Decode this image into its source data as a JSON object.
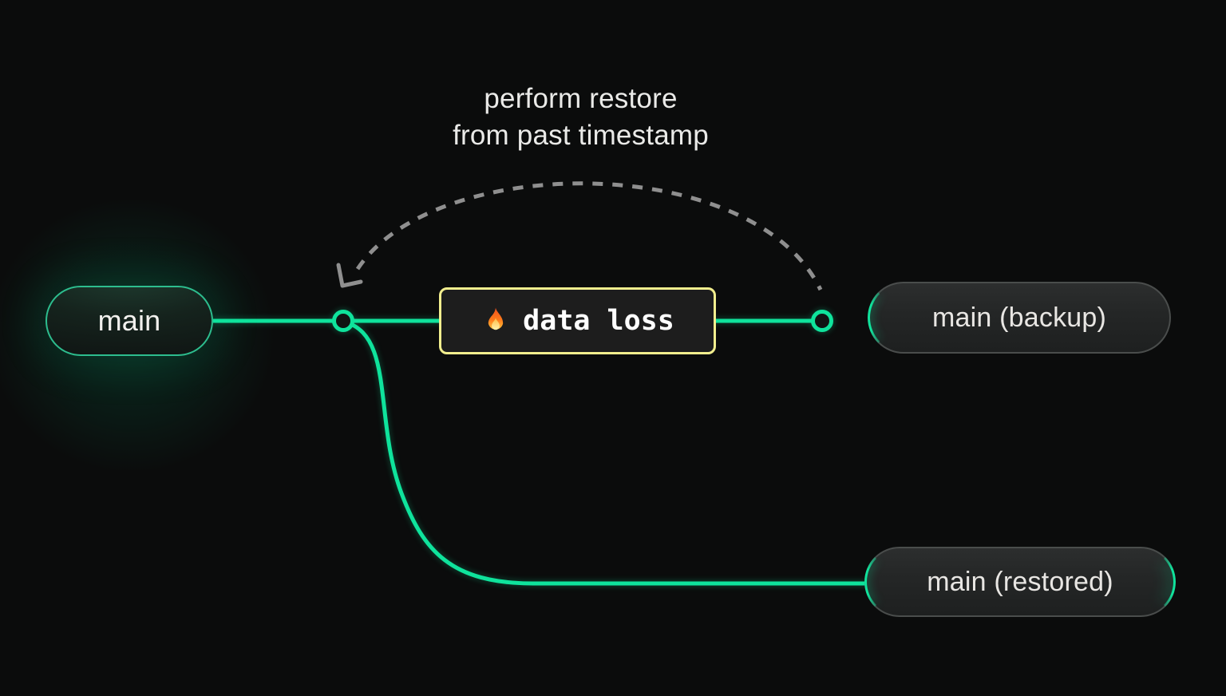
{
  "caption": {
    "line1": "perform restore",
    "line2": "from past timestamp"
  },
  "nodes": {
    "main": {
      "label": "main"
    },
    "backup": {
      "label": "main (backup)"
    },
    "restored": {
      "label": "main (restored)"
    }
  },
  "event": {
    "label": "data loss",
    "icon": "fire-icon"
  },
  "colors": {
    "background": "#0b0c0c",
    "line_green": "#0fe39c",
    "main_border_green": "#2dbd8e",
    "pill_border_gray": "#4a4d4c",
    "pill_bg_top": "#2c2e2e",
    "pill_bg_bottom": "#1e2020",
    "pill_text": "#e8e6e3",
    "caption_text": "#eaeae8",
    "event_border_yellow": "#f2ee8e",
    "event_bg": "#1d1d1d",
    "event_text": "#ffffff",
    "arc_gray": "#8f8f8f"
  }
}
